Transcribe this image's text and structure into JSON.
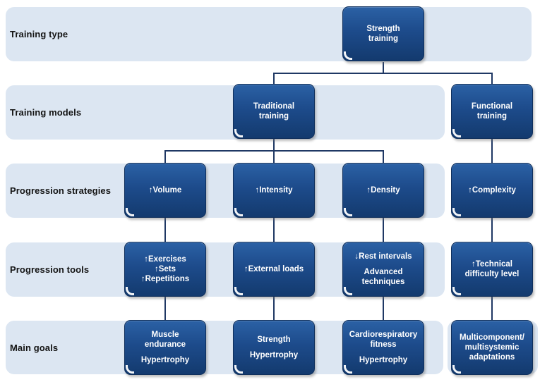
{
  "figure": {
    "rows": [
      {
        "label": "Training type"
      },
      {
        "label": "Training models"
      },
      {
        "label": "Progression strategies"
      },
      {
        "label": "Progression tools"
      },
      {
        "label": "Main goals"
      }
    ],
    "nodes": {
      "strength_training": {
        "paras": [
          "Strength\ntraining"
        ]
      },
      "traditional_training": {
        "paras": [
          "Traditional\ntraining"
        ]
      },
      "functional_training": {
        "paras": [
          "Functional\ntraining"
        ]
      },
      "volume": {
        "paras": [
          "↑Volume"
        ]
      },
      "intensity": {
        "paras": [
          "↑Intensity"
        ]
      },
      "density": {
        "paras": [
          "↑Density"
        ]
      },
      "complexity": {
        "paras": [
          "↑Complexity"
        ]
      },
      "exercises_sets_reps": {
        "paras": [
          "↑Exercises\n↑Sets\n↑Repetitions"
        ]
      },
      "external_loads": {
        "paras": [
          "↑External loads"
        ]
      },
      "rest_intervals": {
        "paras": [
          "↓Rest intervals",
          "Advanced\ntechniques"
        ]
      },
      "technical_difficulty": {
        "paras": [
          "↑Technical\ndifficulty level"
        ]
      },
      "muscle_endurance": {
        "paras": [
          "Muscle\nendurance",
          "Hypertrophy"
        ]
      },
      "strength_goal": {
        "paras": [
          "Strength",
          "Hypertrophy"
        ]
      },
      "cardiorespiratory": {
        "paras": [
          "Cardiorespiratory\nfitness",
          "Hypertrophy"
        ]
      },
      "multicomponent": {
        "paras": [
          "Multicomponent/\nmultisystemic\nadaptations"
        ]
      }
    },
    "colors": {
      "background": "#ffffff",
      "band": "#dce6f2",
      "box_top": "#2b61a5",
      "box_mid": "#1d4b8b",
      "box_bottom": "#133a6e",
      "box_border": "#0f2f5c",
      "connector": "#1f3864",
      "box_text": "#ffffff",
      "label_text": "#141414"
    }
  }
}
